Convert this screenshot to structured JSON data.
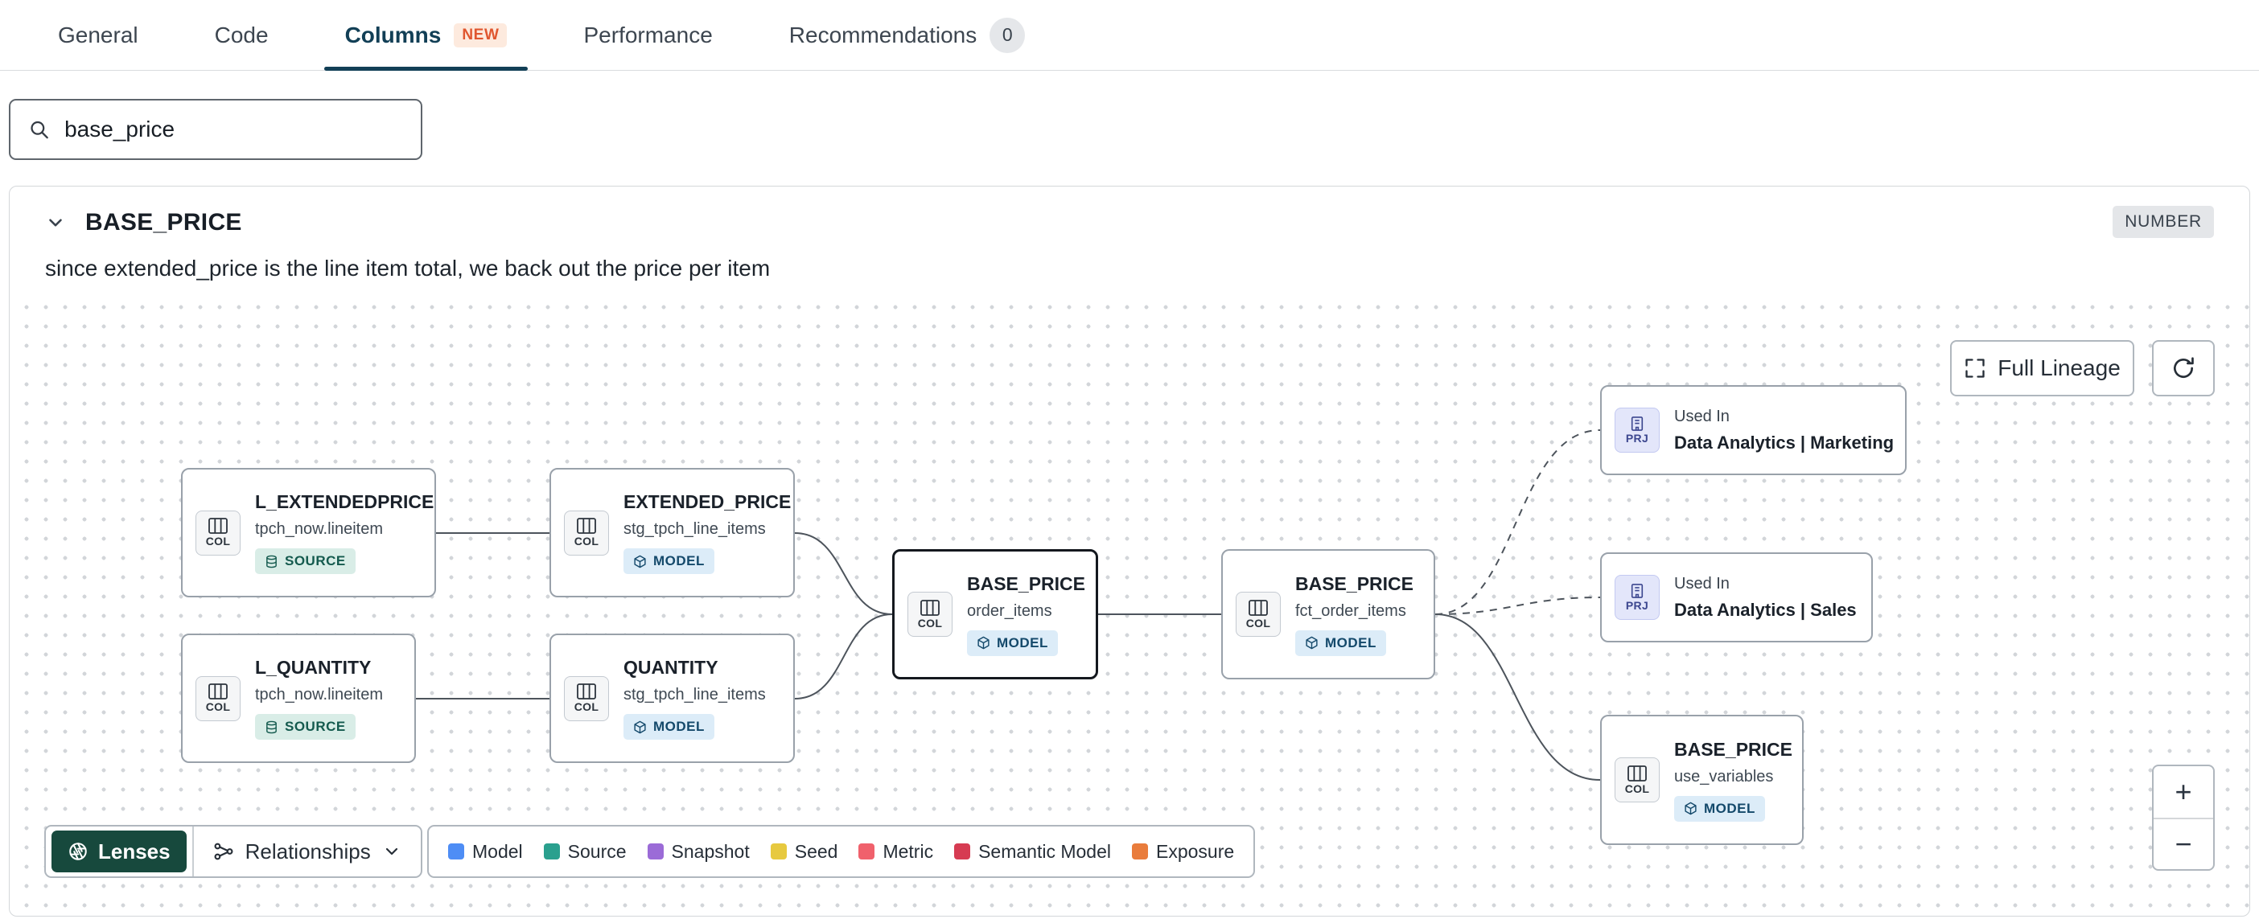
{
  "tabs": [
    {
      "label": "General"
    },
    {
      "label": "Code"
    },
    {
      "label": "Columns",
      "badge": "NEW"
    },
    {
      "label": "Performance"
    },
    {
      "label": "Recommendations",
      "badge": "0"
    }
  ],
  "search": {
    "value": "base_price"
  },
  "column": {
    "name": "BASE_PRICE",
    "type": "NUMBER",
    "description": "since extended_price is the line item total, we back out the price per item"
  },
  "graph": {
    "controls": {
      "full_lineage": "Full Lineage",
      "lenses": "Lenses",
      "relationships": "Relationships",
      "zoom_in": "+",
      "zoom_out": "−"
    },
    "nodes": [
      {
        "icon_label": "COL",
        "title": "L_EXTENDEDPRICE",
        "subtitle": "tpch_now.lineitem",
        "badge": "SOURCE"
      },
      {
        "icon_label": "COL",
        "title": "EXTENDED_PRICE",
        "subtitle": "stg_tpch_line_items",
        "badge": "MODEL"
      },
      {
        "icon_label": "COL",
        "title": "L_QUANTITY",
        "subtitle": "tpch_now.lineitem",
        "badge": "SOURCE"
      },
      {
        "icon_label": "COL",
        "title": "QUANTITY",
        "subtitle": "stg_tpch_line_items",
        "badge": "MODEL"
      },
      {
        "icon_label": "COL",
        "title": "BASE_PRICE",
        "subtitle": "order_items",
        "badge": "MODEL"
      },
      {
        "icon_label": "COL",
        "title": "BASE_PRICE",
        "subtitle": "fct_order_items",
        "badge": "MODEL"
      },
      {
        "icon_label": "PRJ",
        "kicker": "Used In",
        "title": "Data Analytics | Marketing"
      },
      {
        "icon_label": "PRJ",
        "kicker": "Used In",
        "title": "Data Analytics | Sales"
      },
      {
        "icon_label": "COL",
        "title": "BASE_PRICE",
        "subtitle": "use_variables",
        "badge": "MODEL"
      }
    ],
    "legend": [
      {
        "label": "Model",
        "color": "#4e8df5"
      },
      {
        "label": "Source",
        "color": "#2aa08e"
      },
      {
        "label": "Snapshot",
        "color": "#9b6bd7"
      },
      {
        "label": "Seed",
        "color": "#e7c93f"
      },
      {
        "label": "Metric",
        "color": "#f0616c"
      },
      {
        "label": "Semantic Model",
        "color": "#d63b52"
      },
      {
        "label": "Exposure",
        "color": "#e97c3c"
      }
    ]
  }
}
